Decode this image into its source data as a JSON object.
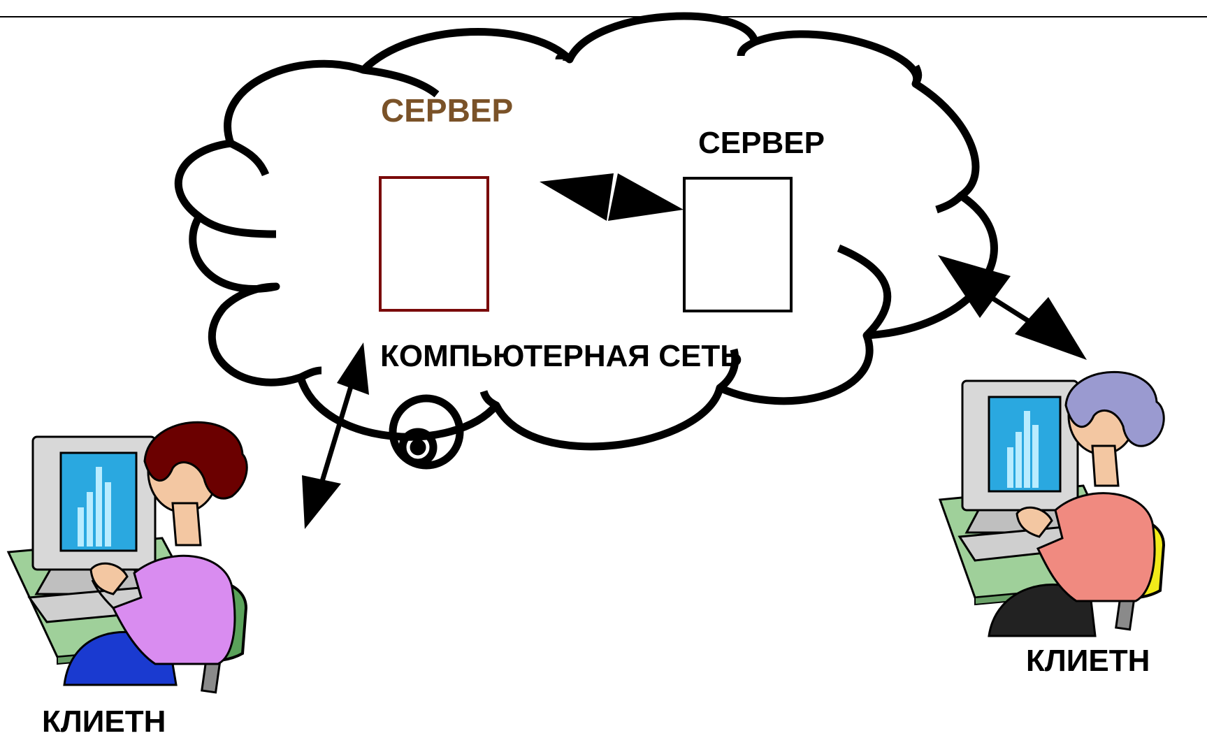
{
  "server_left": {
    "label": "СЕРВЕР",
    "color": "#7a5228",
    "box_color": "#7a0a0a"
  },
  "server_right": {
    "label": "СЕРВЕР",
    "color": "#000000",
    "box_color": "#000000"
  },
  "network": {
    "label": "КОМПЬЮТЕРНАЯ СЕТЬ"
  },
  "client_left": {
    "label": "КЛИЕТН",
    "hair_color": "#6b0000",
    "shirt_color": "#d98cf0",
    "chair_color": "#5aa25a",
    "pants_color": "#1a3ad0"
  },
  "client_right": {
    "label": "КЛИЕТН",
    "hair_color": "#9a9ad0",
    "shirt_color": "#f08a80",
    "chair_color": "#f2ea1a",
    "pants_color": "#222222"
  },
  "colors": {
    "line": "#000000",
    "screen": "#2aa8e0",
    "screen_bars": "#b9ecff",
    "monitor": "#d8d8d8",
    "desk": "#9fd09a",
    "skin": "#f3c7a2"
  }
}
